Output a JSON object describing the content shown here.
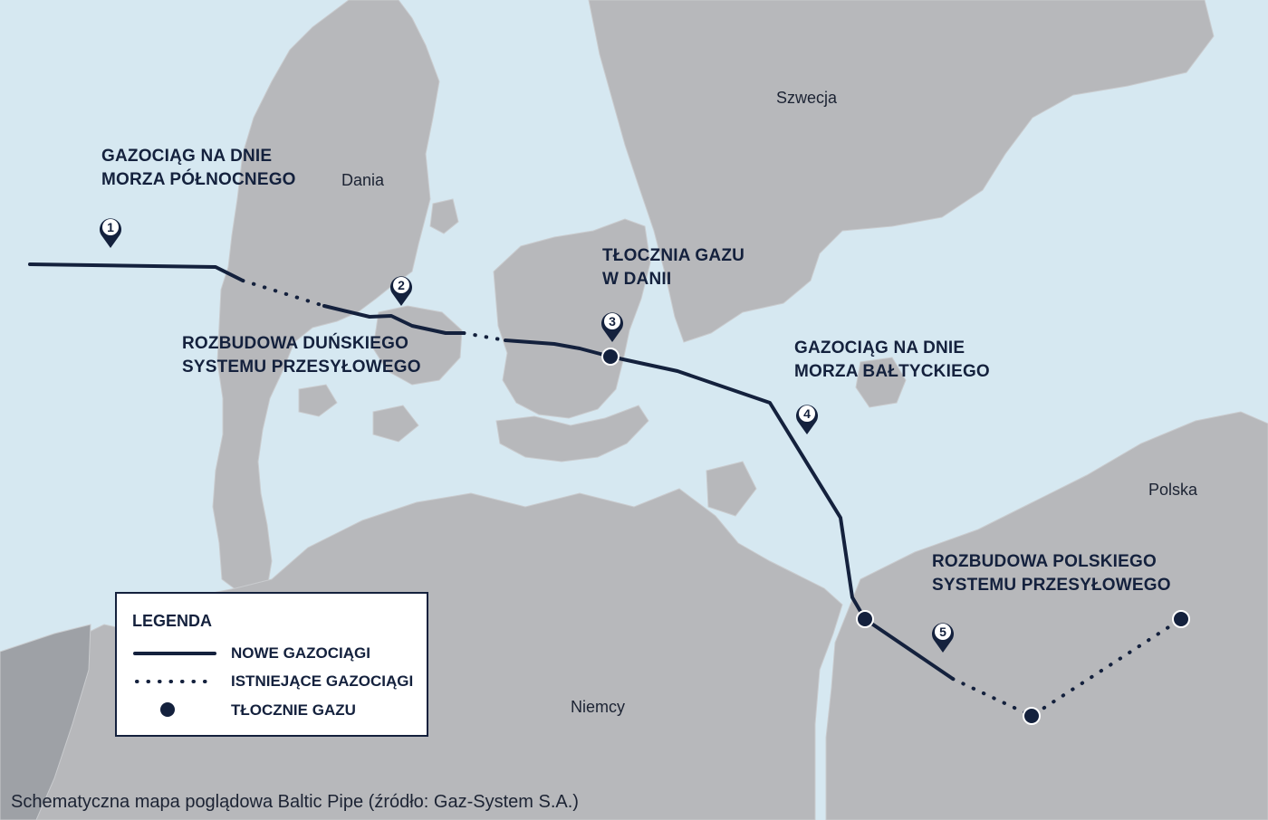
{
  "countries": {
    "denmark": "Dania",
    "sweden": "Szwecja",
    "poland": "Polska",
    "germany": "Niemcy"
  },
  "callouts": {
    "north_sea": [
      "GAZOCIĄG NA DNIE",
      "MORZA PÓŁNOCNEGO"
    ],
    "danish_system": [
      "ROZBUDOWA DUŃSKIEGO",
      "SYSTEMU PRZESYŁOWEGO"
    ],
    "danish_compressor": [
      "TŁOCZNIA GAZU",
      "W DANII"
    ],
    "baltic_sea": [
      "GAZOCIĄG NA DNIE",
      "MORZA BAŁTYCKIEGO"
    ],
    "polish_system": [
      "ROZBUDOWA POLSKIEGO",
      "SYSTEMU PRZESYŁOWEGO"
    ]
  },
  "markers": [
    "1",
    "2",
    "3",
    "4",
    "5"
  ],
  "legend": {
    "title": "LEGENDA",
    "new_pipelines": "NOWE GAZOCIĄGI",
    "existing_pipelines": "ISTNIEJĄCE GAZOCIĄGI",
    "compressor_stations": "TŁOCZNIE GAZU"
  },
  "caption": "Schematyczna mapa poglądowa Baltic Pipe (źródło: Gaz-System S.A.)",
  "colors": {
    "sea": "#d6e8f1",
    "land": "#b7b8bb",
    "pipeline": "#14213d"
  }
}
